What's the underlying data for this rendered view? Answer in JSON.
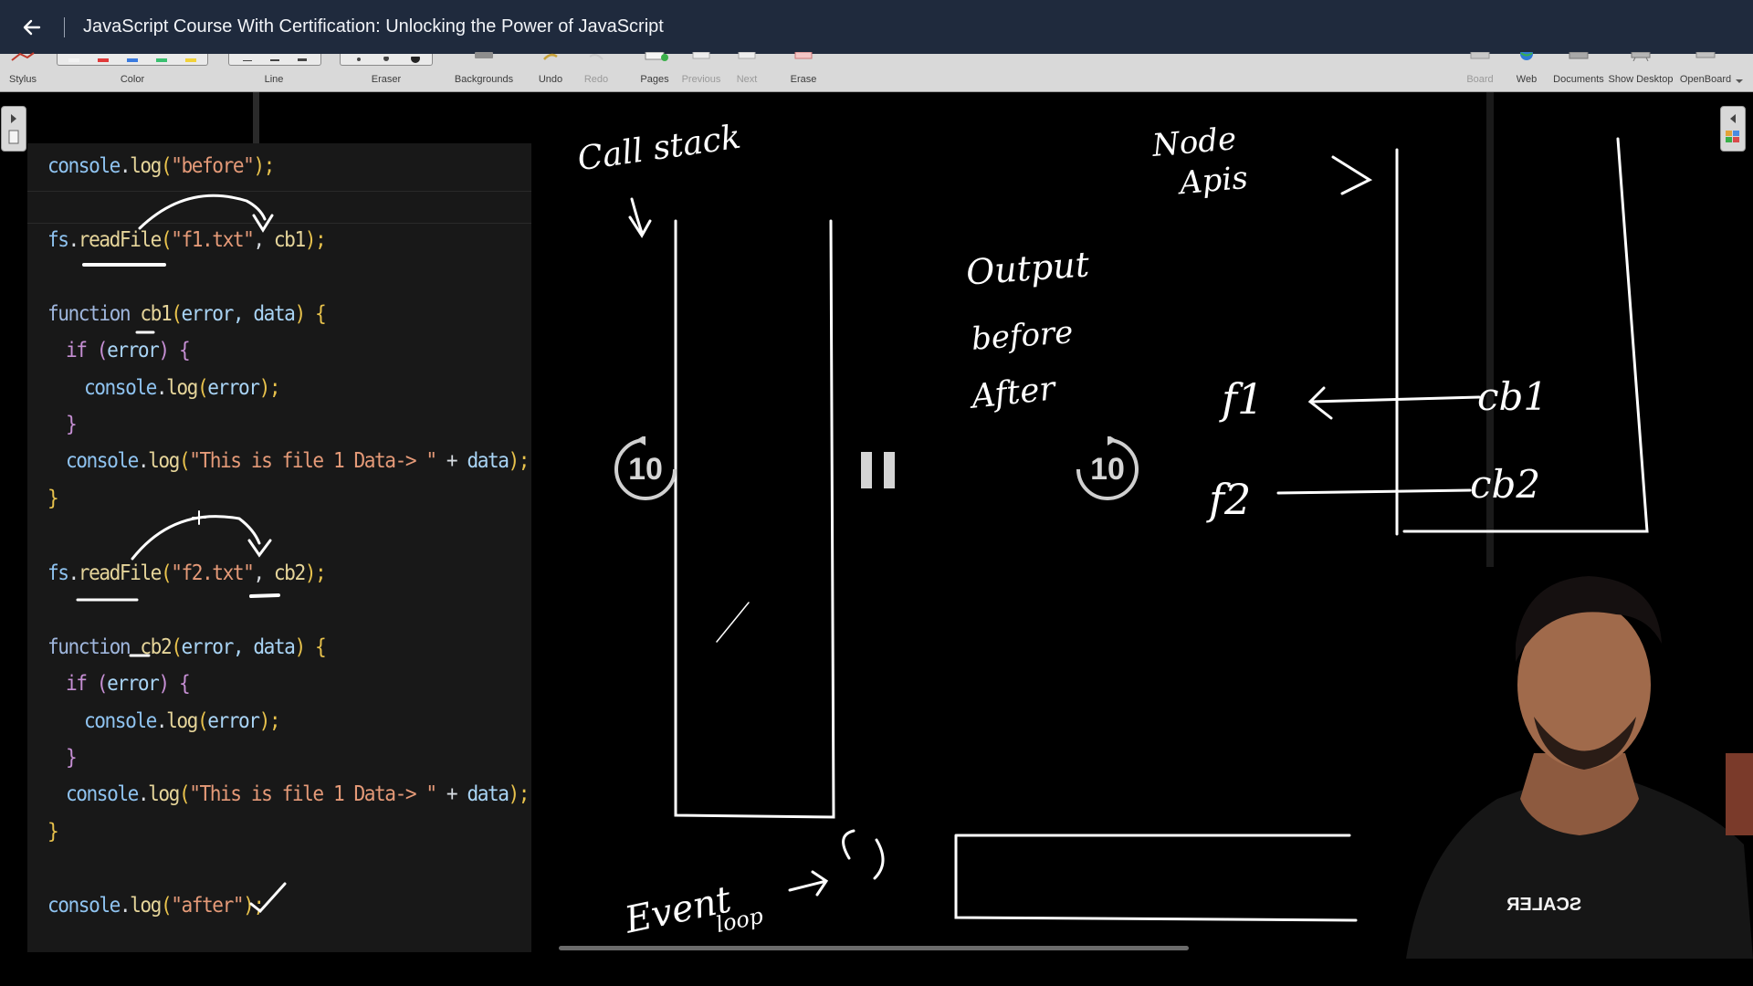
{
  "window": {
    "title": "JavaScript Course With Certification: Unlocking the Power of JavaScript"
  },
  "toolbar": {
    "left_items": [
      {
        "label": "Stylus",
        "enabled": true
      },
      {
        "label": "Color",
        "enabled": true
      },
      {
        "label": "Line",
        "enabled": true
      },
      {
        "label": "Eraser",
        "enabled": true
      },
      {
        "label": "Backgrounds",
        "enabled": true
      },
      {
        "label": "Undo",
        "enabled": true
      },
      {
        "label": "Redo",
        "enabled": false
      },
      {
        "label": "Pages",
        "enabled": true
      },
      {
        "label": "Previous",
        "enabled": false
      },
      {
        "label": "Next",
        "enabled": false
      },
      {
        "label": "Erase",
        "enabled": true
      }
    ],
    "right_items": [
      {
        "label": "Board",
        "enabled": false
      },
      {
        "label": "Web",
        "enabled": true
      },
      {
        "label": "Documents",
        "enabled": true
      },
      {
        "label": "Show Desktop",
        "enabled": true
      },
      {
        "label": "OpenBoard",
        "enabled": true
      }
    ]
  },
  "code": {
    "line1": {
      "obj": "console",
      "dot": ".",
      "fn": "log",
      "open": "(",
      "str": "\"before\"",
      "close": ");"
    },
    "line2": {
      "obj": "fs",
      "dot": ".",
      "fn": "readFile",
      "open": "(",
      "str": "\"f1.txt\"",
      "comma": ", ",
      "arg": "cb1",
      "close": ");"
    },
    "line3": {
      "kw": "function ",
      "name": "cb1",
      "open": "(",
      "params": "error, data",
      "close": ") ",
      "brace": "{"
    },
    "line4": {
      "kw": "if ",
      "open": "(",
      "var": "error",
      "close": ") ",
      "brace": "{"
    },
    "line5": {
      "obj": "console",
      "dot": ".",
      "fn": "log",
      "open": "(",
      "var": "error",
      "close": ");"
    },
    "line6": {
      "brace": "}"
    },
    "line7": {
      "obj": "console",
      "dot": ".",
      "fn": "log",
      "open": "(",
      "str": "\"This is file 1 Data-> \"",
      "plus": " + ",
      "var": "data",
      "close": ");"
    },
    "line8": {
      "brace": "}"
    },
    "line9": {
      "obj": "fs",
      "dot": ".",
      "fn": "readFile",
      "open": "(",
      "str": "\"f2.txt\"",
      "comma": ", ",
      "arg": "cb2",
      "close": ");"
    },
    "line10": {
      "kw": "function ",
      "name": "cb2",
      "open": "(",
      "params": "error, data",
      "close": ") ",
      "brace": "{"
    },
    "line11": {
      "kw": "if ",
      "open": "(",
      "var": "error",
      "close": ") ",
      "brace": "{"
    },
    "line12": {
      "obj": "console",
      "dot": ".",
      "fn": "log",
      "open": "(",
      "var": "error",
      "close": ");"
    },
    "line13": {
      "brace": "}"
    },
    "line14": {
      "obj": "console",
      "dot": ".",
      "fn": "log",
      "open": "(",
      "str": "\"This is file 1 Data-> \"",
      "plus": " + ",
      "var": "data",
      "close": ");"
    },
    "line15": {
      "brace": "}"
    },
    "line16": {
      "obj": "console",
      "dot": ".",
      "fn": "log",
      "open": "(",
      "str": "\"after\"",
      "close": ");"
    }
  },
  "board": {
    "call_stack": "Call stack",
    "node_apis_1": "Node",
    "node_apis_2": "Apis",
    "output_title": "Output",
    "output_1": "before",
    "output_2": "After",
    "f1": "f1",
    "cb1": "cb1",
    "f2": "f2",
    "cb2": "cb2",
    "event_loop_1": "Event",
    "event_loop_2": "loop"
  },
  "player": {
    "rewind_seconds": "10",
    "forward_seconds": "10",
    "state": "playing"
  },
  "presenter": {
    "shirt_logo": "SCALER"
  },
  "colors": {
    "titlebar_bg": "#1f2a3d",
    "toolbar_bg": "#d9d9d9",
    "code_bg": "#181818",
    "board_bg": "#000000"
  }
}
